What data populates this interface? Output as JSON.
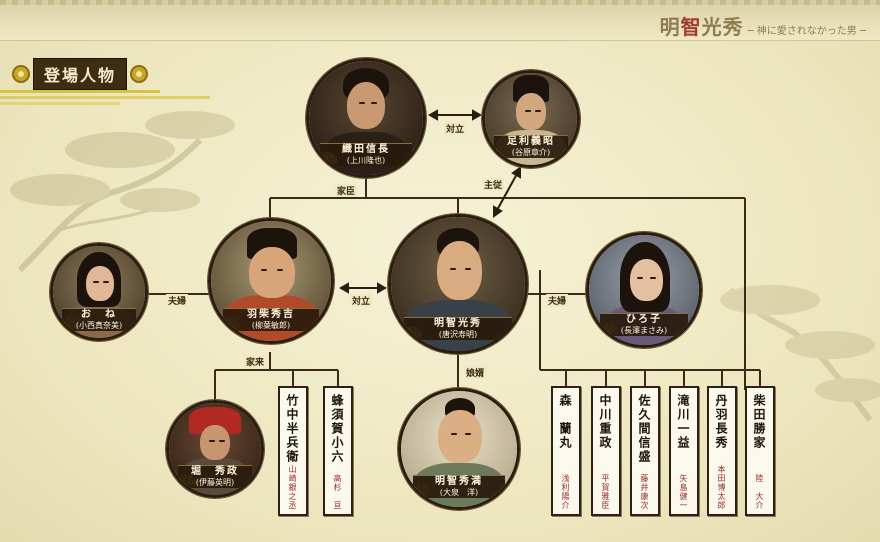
{
  "brand": {
    "title_pre": "明",
    "title_red": "智",
    "title_post": "光秀",
    "subtitle": "─ 神に愛されなかった男 ─"
  },
  "section_heading": "登場人物",
  "characters": {
    "nobunaga": {
      "name": "織田信長",
      "actor": "(上川隆也)"
    },
    "yoshiaki": {
      "name": "足利義昭",
      "actor": "(谷原章介)"
    },
    "hideyoshi": {
      "name": "羽柴秀吉",
      "actor": "(柳葉敏郎)"
    },
    "mitsuhide": {
      "name": "明智光秀",
      "actor": "(唐沢寿明)"
    },
    "hiroko": {
      "name": "ひろ子",
      "actor": "(長澤まさみ)"
    },
    "one": {
      "name": "お　ね",
      "actor": "(小西真奈美)"
    },
    "hori": {
      "name": "堀　秀政",
      "actor": "(伊藤英明)"
    },
    "hidemitsu": {
      "name": "明智秀満",
      "actor": "(大泉　洋)"
    }
  },
  "relations": {
    "rival_top": "対立",
    "lord_retainer": "主従",
    "vassal": "家臣",
    "rival_mid": "対立",
    "couple_left": "夫婦",
    "couple_right": "夫婦",
    "retainer": "家来",
    "in_law": "娘婿"
  },
  "left_cards": [
    {
      "name": "竹中半兵衛",
      "actor": "山崎銀之丞"
    },
    {
      "name": "蜂須賀小六",
      "actor": "高杉　亘"
    }
  ],
  "right_cards": [
    {
      "name": "森　蘭丸",
      "actor": "浅利陽介"
    },
    {
      "name": "中川重政",
      "actor": "平賀雅臣"
    },
    {
      "name": "佐久間信盛",
      "actor": "藤井康次"
    },
    {
      "name": "滝川一益",
      "actor": "矢島健一"
    },
    {
      "name": "丹羽長秀",
      "actor": "本田博太郎"
    },
    {
      "name": "柴田勝家",
      "actor": "陸　大介"
    }
  ],
  "colors": {
    "accent_red": "#a23b2c",
    "ink": "#2a1d10",
    "paper": "#efe9c4",
    "gold": "#c9a529"
  }
}
